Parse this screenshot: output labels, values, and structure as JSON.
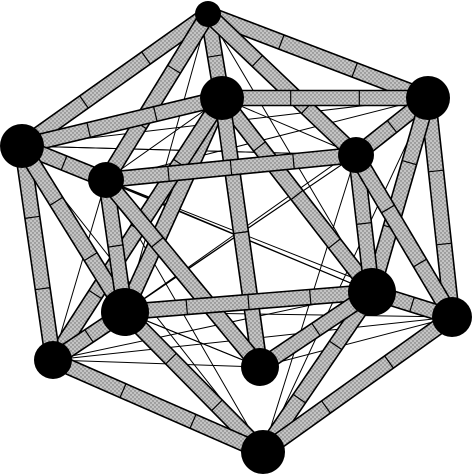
{
  "figure": {
    "subject": "icosahedron-space-truss",
    "colors": {
      "background": "#ffffff",
      "strut_fill": "#b9b9b9",
      "strut_outline": "#000000",
      "joint_fill": "#000000",
      "tendon": "#000000"
    },
    "node_count": 12,
    "strut_count": 30
  }
}
